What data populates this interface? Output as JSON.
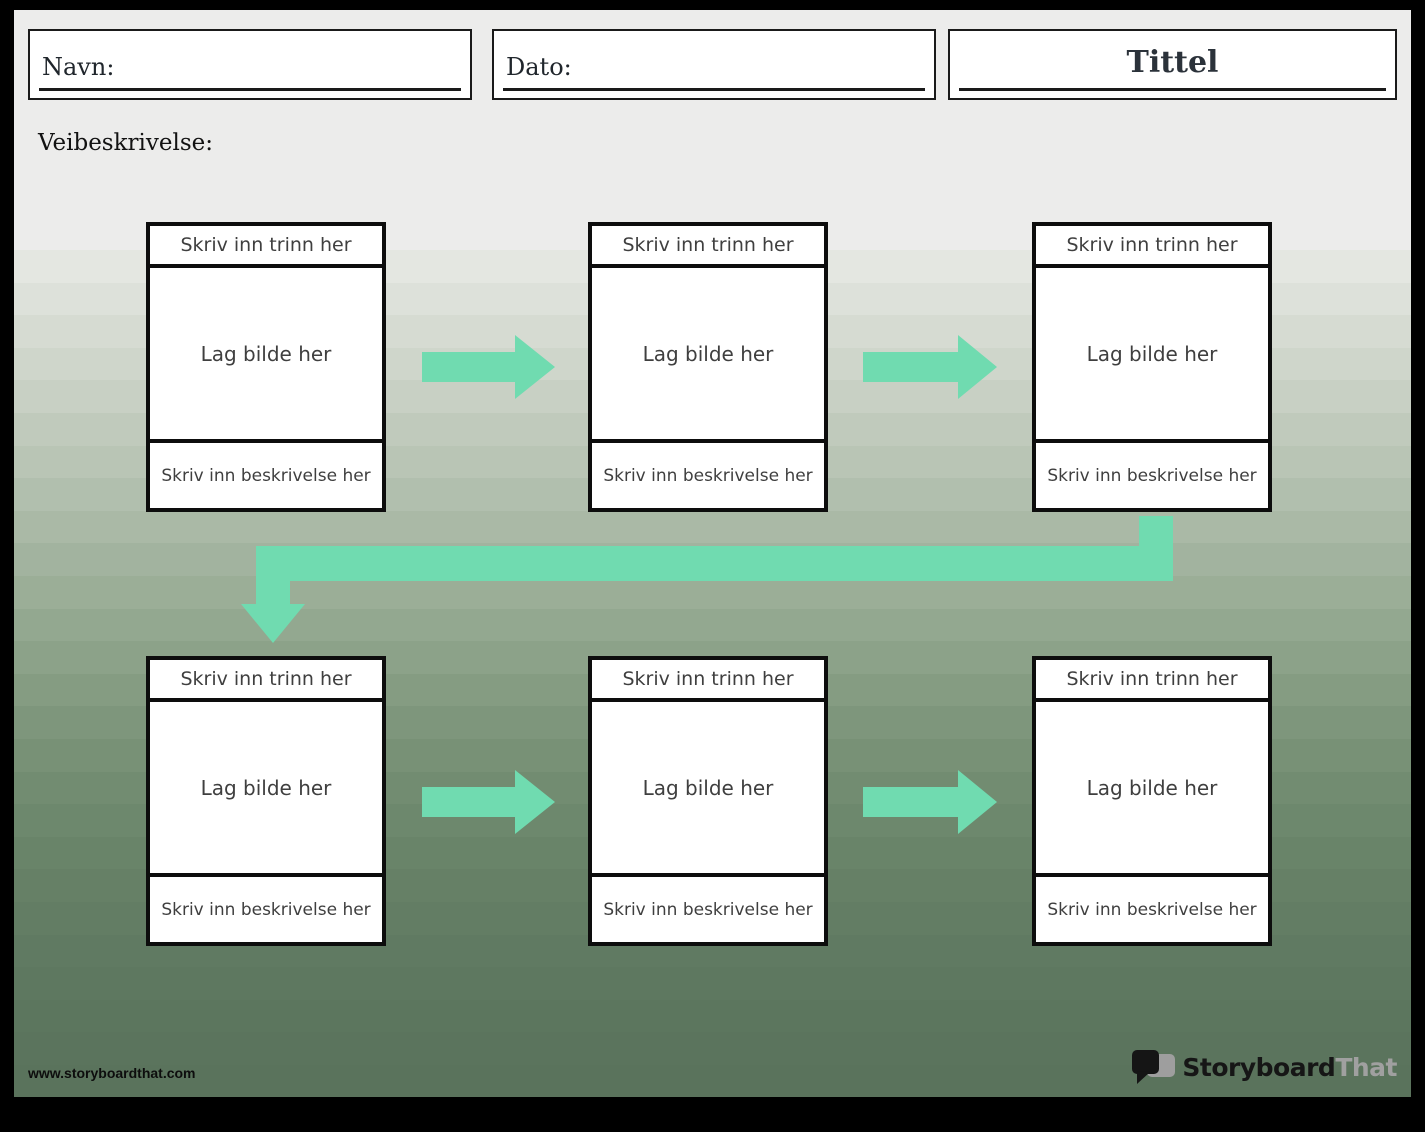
{
  "header": {
    "name_label": "Navn:",
    "date_label": "Dato:",
    "title_label": "Tittel"
  },
  "instructions_label": "Veibeskrivelse:",
  "flowchart": {
    "cells": [
      {
        "step_label": "Skriv inn trinn her",
        "image_label": "Lag bilde her",
        "description_label": "Skriv inn beskrivelse her"
      },
      {
        "step_label": "Skriv inn trinn her",
        "image_label": "Lag bilde her",
        "description_label": "Skriv inn beskrivelse her"
      },
      {
        "step_label": "Skriv inn trinn her",
        "image_label": "Lag bilde her",
        "description_label": "Skriv inn beskrivelse her"
      },
      {
        "step_label": "Skriv inn trinn her",
        "image_label": "Lag bilde her",
        "description_label": "Skriv inn beskrivelse her"
      },
      {
        "step_label": "Skriv inn trinn her",
        "image_label": "Lag bilde her",
        "description_label": "Skriv inn beskrivelse her"
      },
      {
        "step_label": "Skriv inn trinn her",
        "image_label": "Lag bilde her",
        "description_label": "Skriv inn beskrivelse her"
      }
    ]
  },
  "footer": {
    "website_url": "www.storyboardthat.com",
    "logo_text_primary": "Storyboard",
    "logo_text_secondary": "That"
  },
  "colors": {
    "arrow": "#70dbb0",
    "page_background_top": "#ececeb",
    "page_background_bottom": "#5a735c",
    "frame": "#000000"
  }
}
